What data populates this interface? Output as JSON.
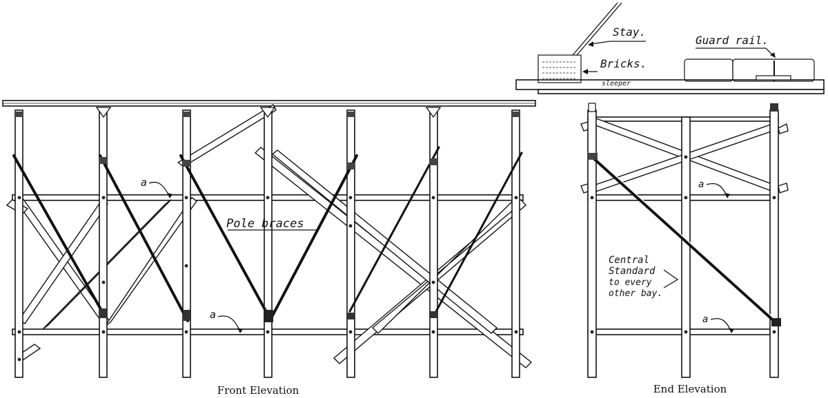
{
  "captions": {
    "front": "Front Elevation",
    "end": "End Elevation"
  },
  "labels": {
    "pole_braces": "Pole braces",
    "stay": "Stay.",
    "guard_rail": "Guard rail.",
    "bricks": "Bricks.",
    "sleeper": "sleeper",
    "central_standard_line1": "Central",
    "central_standard_line2": "Standard",
    "central_standard_line3": "to every",
    "central_standard_line4": "other bay.",
    "a_marker": "a"
  }
}
